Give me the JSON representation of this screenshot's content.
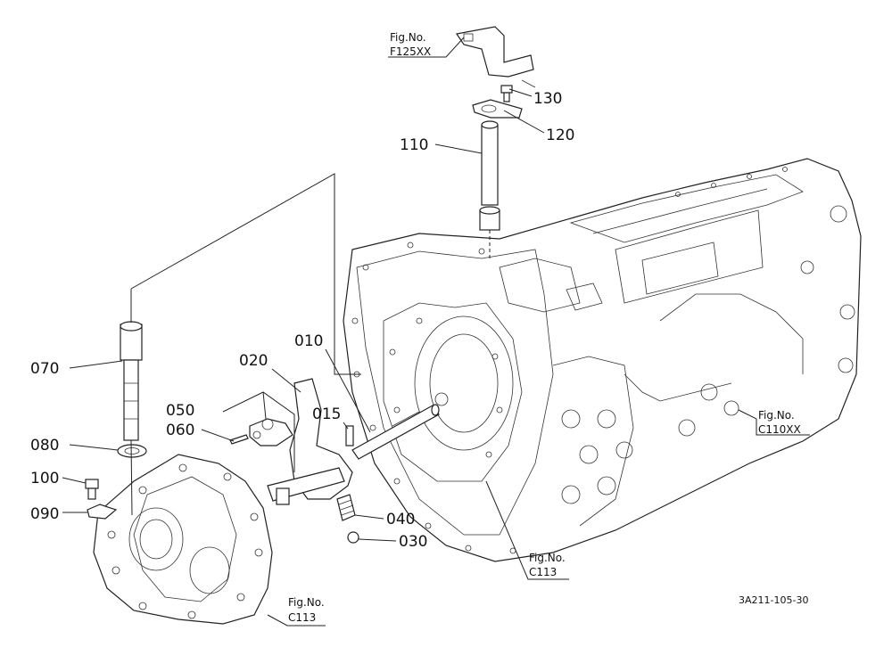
{
  "labels": {
    "p010": "010",
    "p015": "015",
    "p020": "020",
    "p030": "030",
    "p040": "040",
    "p050": "050",
    "p060": "060",
    "p070": "070",
    "p080": "080",
    "p090": "090",
    "p100": "100",
    "p110": "110",
    "p120": "120",
    "p130": "130"
  },
  "figure_refs": {
    "top": {
      "prefix": "Fig.No.",
      "code": "F125XX"
    },
    "right": {
      "prefix": "Fig.No.",
      "code": "C110XX"
    },
    "center": {
      "prefix": "Fig.No.",
      "code": "C113"
    },
    "bottom": {
      "prefix": "Fig.No.",
      "code": "C113"
    }
  },
  "drawing_code": "3A211-105-30"
}
